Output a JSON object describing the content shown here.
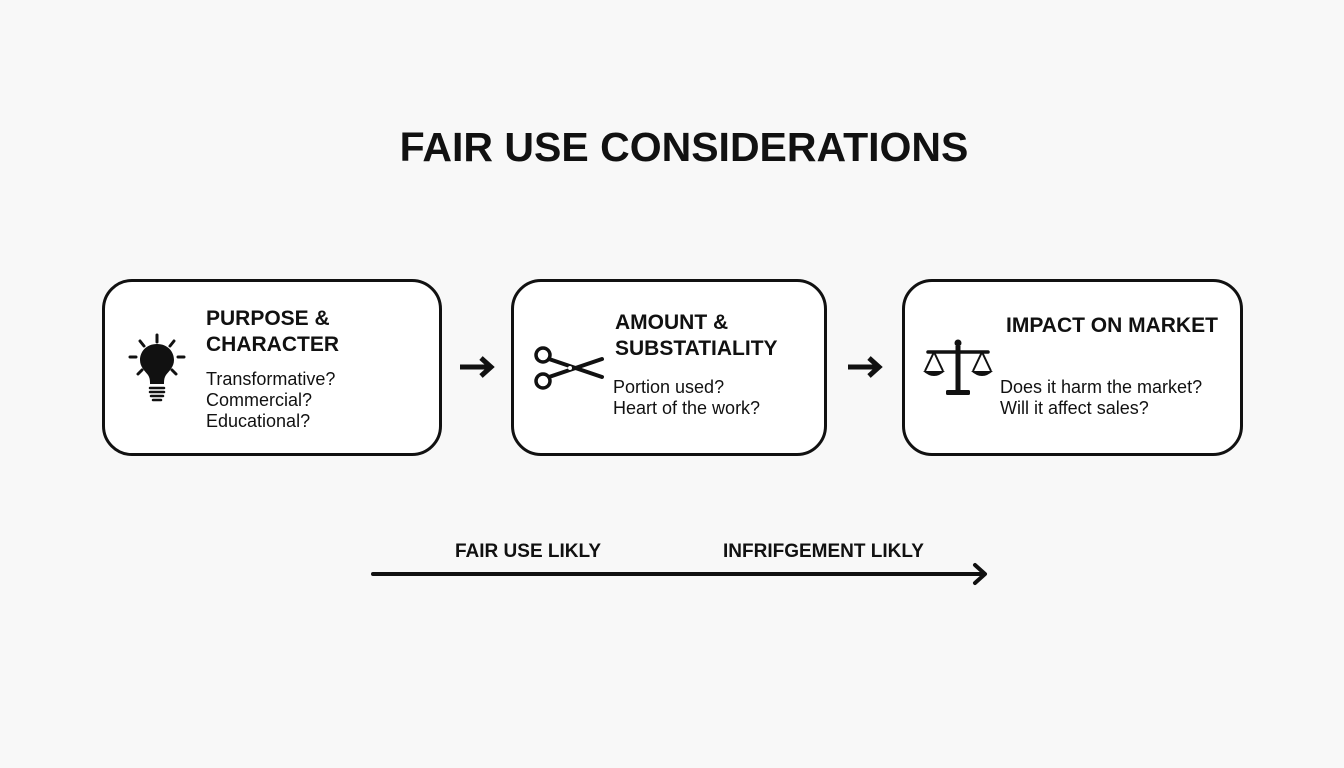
{
  "title": "FAIR USE CONSIDERATIONS",
  "factors": [
    {
      "title": "PURPOSE &\nCHARACTER",
      "questions": "Transformative?\nCommercial?\nEducational?",
      "icon": "lightbulb-icon"
    },
    {
      "title": "AMOUNT &\nSUBSTATIALITY",
      "questions": "Portion used?\nHeart of the work?",
      "icon": "scissors-icon"
    },
    {
      "title": "IMPACT ON MARKET",
      "questions": "Does it harm the market?\nWill it affect sales?",
      "icon": "scales-icon"
    }
  ],
  "scale": {
    "left_label": "FAIR USE LIKLY",
    "right_label": "INFRIFGEMENT LIKLY"
  }
}
